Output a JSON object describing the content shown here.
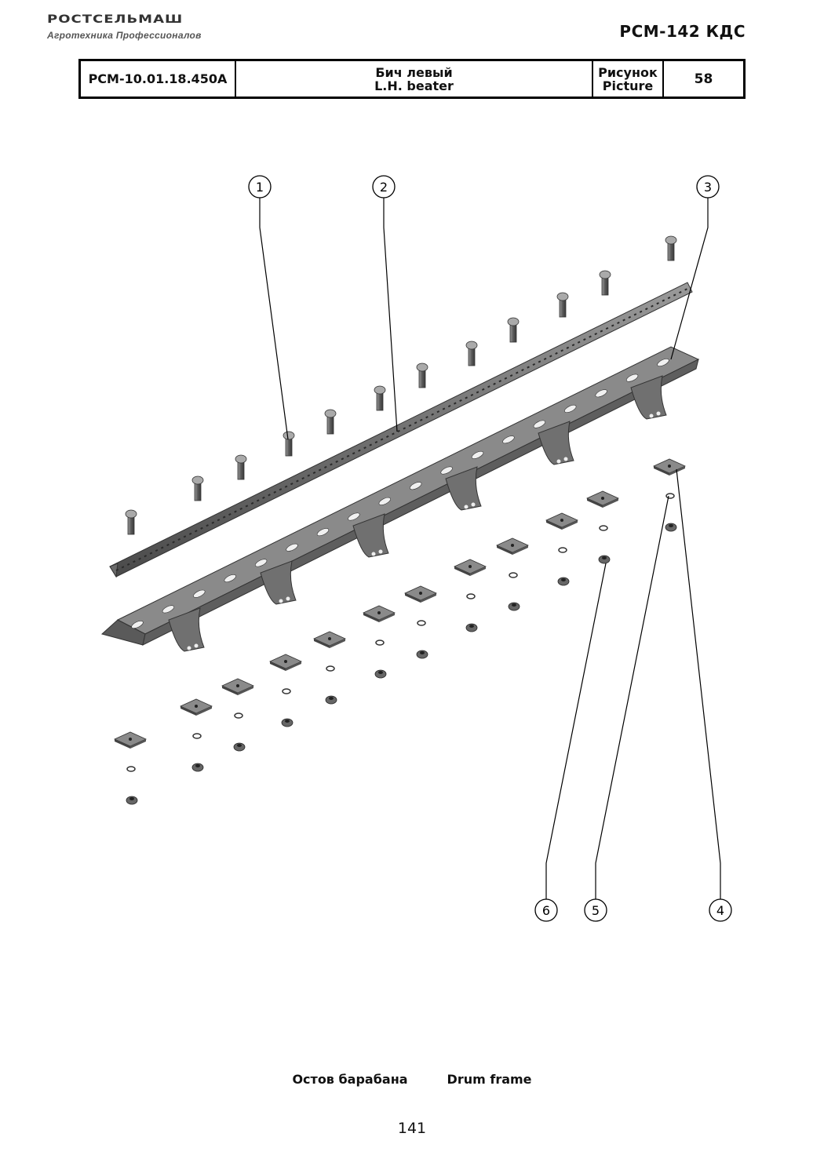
{
  "header": {
    "brand": "РОСТСЕЛЬМАШ",
    "tagline": "Агротехника Профессионалов",
    "model": "РСМ-142 КДС"
  },
  "title_block": {
    "part_number": "РСМ-10.01.18.450А",
    "name_ru": "Бич левый",
    "name_en": "L.H. beater",
    "picture_label_ru": "Рисунок",
    "picture_label_en": "Picture",
    "picture_number": "58"
  },
  "callouts": [
    "1",
    "2",
    "3",
    "4",
    "5",
    "6"
  ],
  "caption": {
    "ru": "Остов барабана",
    "en": "Drum frame"
  },
  "page_number": "141"
}
